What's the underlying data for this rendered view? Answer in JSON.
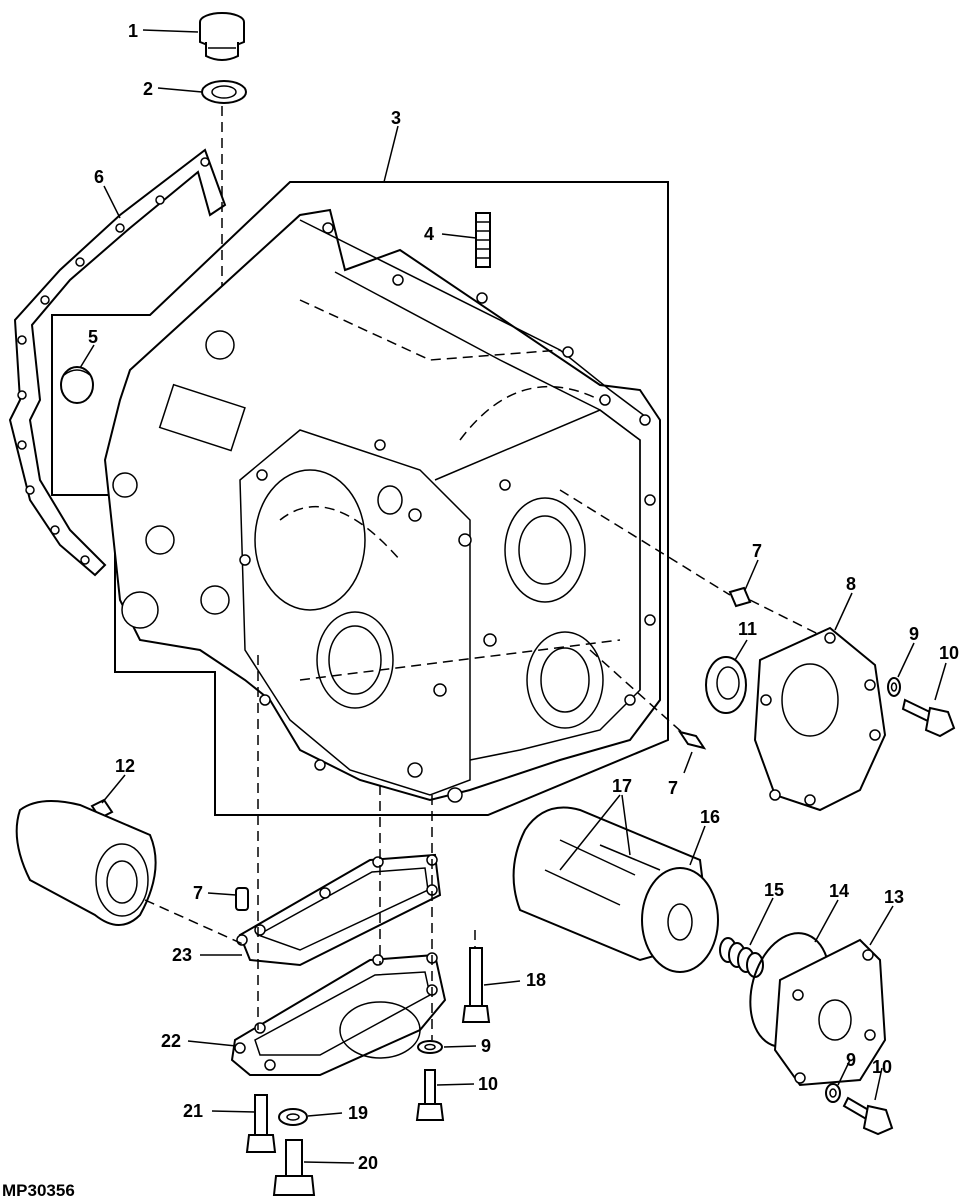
{
  "figure_id": "MP30356",
  "callouts": {
    "c1": "1",
    "c2": "2",
    "c3": "3",
    "c4": "4",
    "c5": "5",
    "c6": "6",
    "c7a": "7",
    "c7b": "7",
    "c7c": "7",
    "c8": "8",
    "c9a": "9",
    "c9b": "9",
    "c9c": "9",
    "c10a": "10",
    "c10b": "10",
    "c10c": "10",
    "c11": "11",
    "c12": "12",
    "c13": "13",
    "c14": "14",
    "c15": "15",
    "c16": "16",
    "c17": "17",
    "c18": "18",
    "c19": "19",
    "c20": "20",
    "c21": "21",
    "c22": "22",
    "c23": "23"
  }
}
